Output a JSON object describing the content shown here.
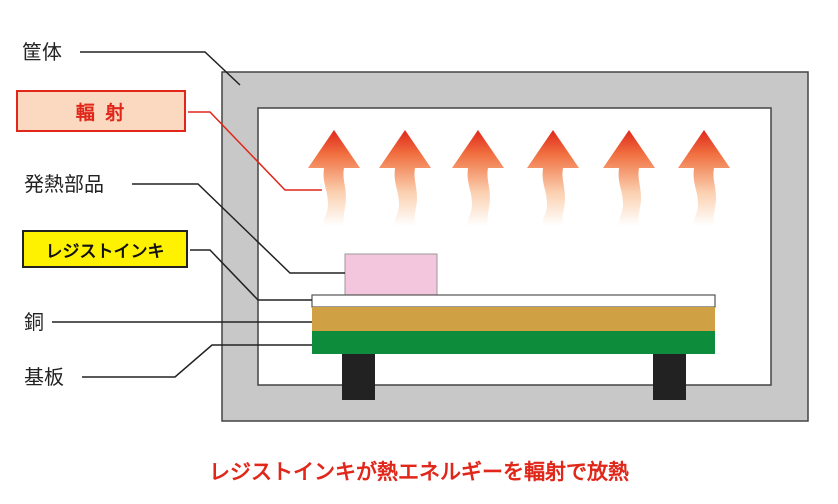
{
  "labels": {
    "housing": "筐体",
    "radiation": "輻 射",
    "heat_component": "発熱部品",
    "resist_ink": "レジストインキ",
    "copper": "銅",
    "substrate": "基板"
  },
  "caption": "レジストインキが熱エネルギーを輻射で放熱",
  "colors": {
    "housing": "#c8c8c8",
    "housing_border": "#444444",
    "copper": "#d0a044",
    "substrate": "#0d8c3c",
    "component": "#f4c6de",
    "feet": "#222222",
    "accent": "#e0271a",
    "highlight": "#fff200",
    "radiation_box": "#fbd8c0"
  },
  "icons": {
    "heat_arrow": "heat-arrow-icon"
  }
}
